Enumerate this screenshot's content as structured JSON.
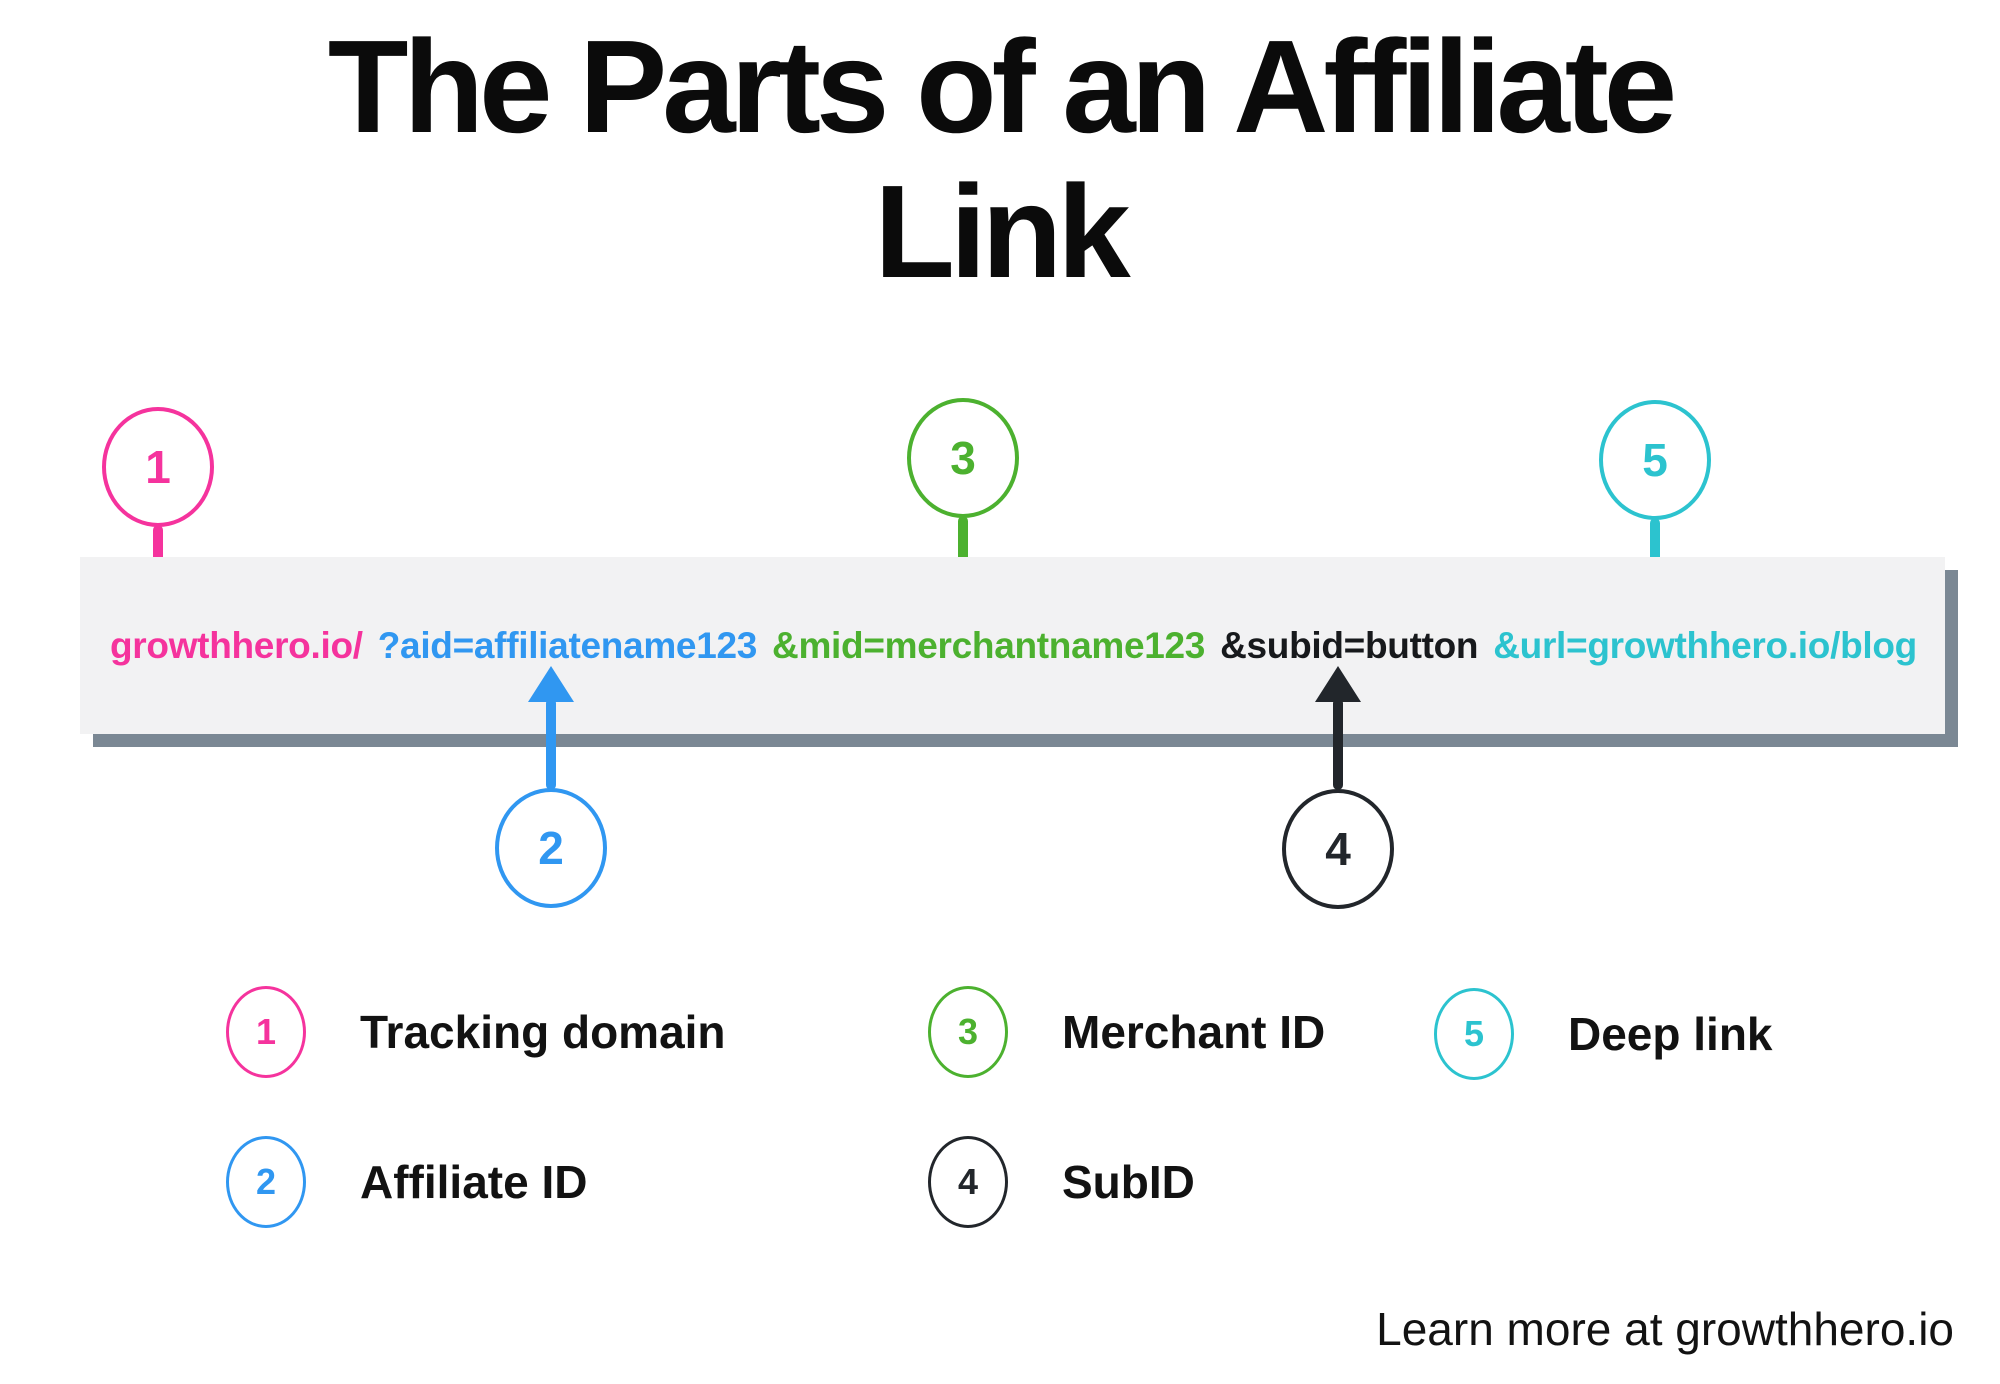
{
  "title": {
    "line1": "The Parts of an Affiliate",
    "line2": "Link"
  },
  "url_bar": {
    "background": "#f2f2f3",
    "shadow_color": "#7b8894",
    "segments": [
      {
        "part": "tracking-domain",
        "text": "growthhero.io/",
        "color": "#f5339d"
      },
      {
        "part": "affiliate-id",
        "text": "?aid=affiliatename123",
        "color": "#3097f1"
      },
      {
        "part": "merchant-id",
        "text": "&mid=merchantname123",
        "color": "#4cb12f"
      },
      {
        "part": "subid",
        "text": "&subid=button",
        "color": "#17191c"
      },
      {
        "part": "deep-link",
        "text": "&url=growthhero.io/blog",
        "color": "#2cc3cf"
      }
    ]
  },
  "callouts": [
    {
      "number": "1",
      "color": "#f5339d"
    },
    {
      "number": "2",
      "color": "#3097f1"
    },
    {
      "number": "3",
      "color": "#4cb12f"
    },
    {
      "number": "4",
      "color": "#22262b"
    },
    {
      "number": "5",
      "color": "#2cc3cf"
    }
  ],
  "legend": [
    {
      "number": "1",
      "label": "Tracking domain",
      "color": "#f5339d"
    },
    {
      "number": "2",
      "label": "Affiliate ID",
      "color": "#3097f1"
    },
    {
      "number": "3",
      "label": "Merchant ID",
      "color": "#4cb12f"
    },
    {
      "number": "4",
      "label": "SubID",
      "color": "#22262b"
    },
    {
      "number": "5",
      "label": "Deep link",
      "color": "#2cc3cf"
    }
  ],
  "footer": {
    "text": "Learn more at growthhero.io"
  }
}
